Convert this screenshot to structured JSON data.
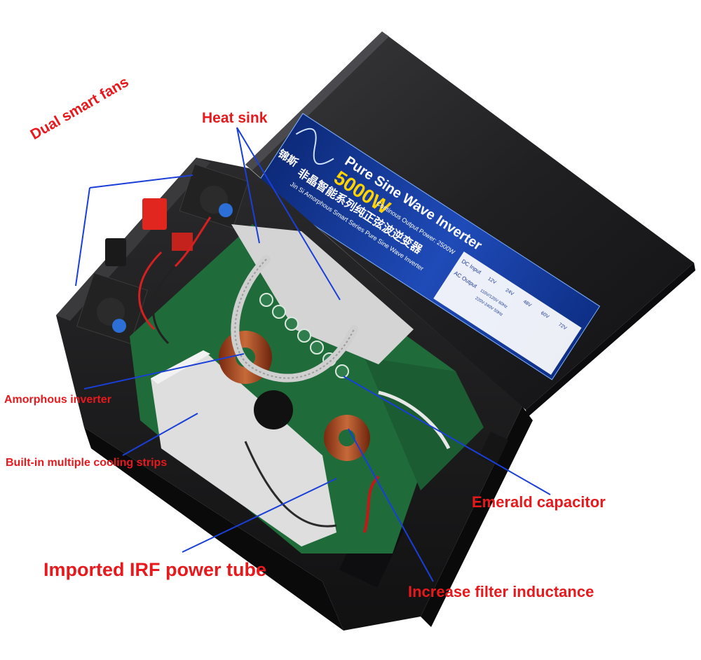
{
  "callouts": {
    "heat_sink": "Heat sink",
    "dual_fans": "Dual smart fans",
    "amorphous": "Amorphous inverter",
    "cooling_strips": "Built-in multiple cooling strips",
    "emerald": "Emerald capacitor",
    "irf": "Imported IRF power tube",
    "inductance": "Increase filter inductance"
  },
  "label": {
    "brand_cn": "锦斯",
    "product_line_cn": "非晶智能系列纯正弦波逆变器",
    "title": "Pure Sine Wave Inverter",
    "rating": "5000W",
    "continuous": "Continous Output Power: 2500W",
    "subtitle": "Jin Si Amorphous Smart Series Pure Sine Wave Inverter",
    "dc_input": "DC Input",
    "ac_output": "AC Output",
    "voltages": [
      "12V",
      "24V",
      "48V",
      "60V",
      "72V"
    ],
    "ac_values": [
      "110V/120V 60Hz",
      "220V-240V 50Hz"
    ]
  },
  "colors": {
    "callout_red": "#e8191c",
    "leader_blue": "#1a3fd8",
    "label_blue": "#1a3a9c",
    "rating_yellow": "#ffd200",
    "pcb_green": "#1f6b3a",
    "case_black": "#1c1c1e"
  }
}
